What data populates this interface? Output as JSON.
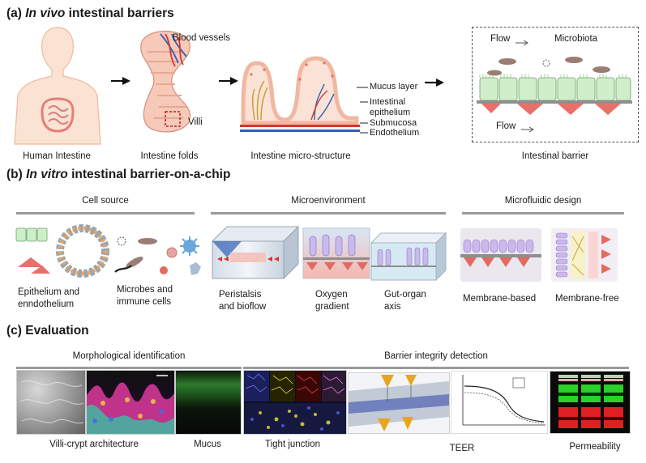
{
  "section_a": {
    "prefix": "(a) ",
    "italic": "In vivo",
    "rest": " intestinal barriers",
    "captions": [
      "Human Intestine",
      "Intestine folds",
      "Intestine micro-structure",
      "Intestinal barrier"
    ],
    "folds_labels": {
      "blood_vessels": "Blood vessels",
      "villi": "Villi"
    },
    "micro_labels": {
      "mucus": "Mucus layer",
      "intestinal": "Intestinal",
      "epithelium": "epithelium",
      "submucosa": "Submucosa",
      "endothelium": "Endothelium"
    },
    "barrier_labels": {
      "flow_top": "Flow",
      "microbiota": "Microbiota",
      "flow_bottom": "Flow"
    }
  },
  "section_b": {
    "prefix": "(b) ",
    "italic": "In vitro",
    "rest": " intestinal barrier-on-a-chip",
    "headers": [
      "Cell source",
      "Microenvironment",
      "Microfluidic design"
    ],
    "captions": {
      "epithelium_1": "Epithelium and",
      "epithelium_2": "enndothelium",
      "microbes_1": "Microbes and",
      "microbes_2": "immune cells",
      "peristalsis_1": "Peristalsis",
      "peristalsis_2": "and bioflow",
      "oxygen_1": "Oxygen",
      "oxygen_2": "gradient",
      "gut_1": "Gut-organ",
      "gut_2": "axis",
      "membrane_based": "Membrane-based",
      "membrane_free": "Membrane-free"
    }
  },
  "section_c": {
    "title": "(c) Evaluation",
    "headers": [
      "Morphological identification",
      "Barrier integrity detection"
    ],
    "captions": [
      "Villi-crypt architecture",
      "Mucus",
      "Tight junction",
      "TEER",
      "Permeability"
    ]
  },
  "colors": {
    "accent_red": "#d9352b",
    "vessel_blue": "#2f5fb8",
    "epithelium_green": "#9cd39a",
    "endothelium_pink": "#e8706a",
    "rule_gray": "#9a9a9a"
  }
}
